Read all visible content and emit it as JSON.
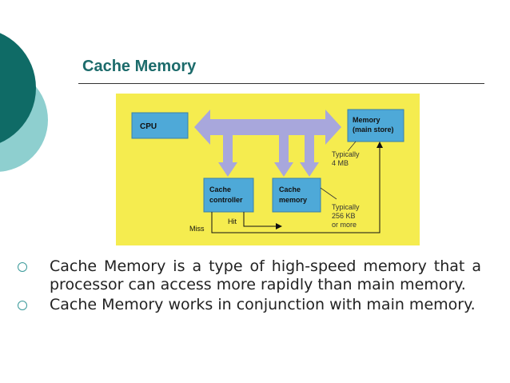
{
  "slide": {
    "title": "Cache Memory",
    "diagram": {
      "cpu_label": "CPU",
      "memory_label_line1": "Memory",
      "memory_label_line2": "(main store)",
      "typical_memory_line1": "Typically",
      "typical_memory_line2": "4 MB",
      "cache_controller_line1": "Cache",
      "cache_controller_line2": "controller",
      "cache_memory_line1": "Cache",
      "cache_memory_line2": "memory",
      "typical_cache_line1": "Typically",
      "typical_cache_line2": "256 KB",
      "typical_cache_line3": "or more",
      "hit_label": "Hit",
      "miss_label": "Miss"
    },
    "bullets": [
      "Cache Memory is a type of high-speed memory that a processor can access more rapidly than main memory.",
      "Cache Memory works in conjunction with main memory."
    ]
  },
  "colors": {
    "title": "#1c6b6b",
    "deco_dark": "#0f6b66",
    "deco_light": "#8ecfcf",
    "diagram_background": "#f5ec4f",
    "box_fill": "#4ea9d8",
    "arrow_fill": "#a8a7dc"
  }
}
